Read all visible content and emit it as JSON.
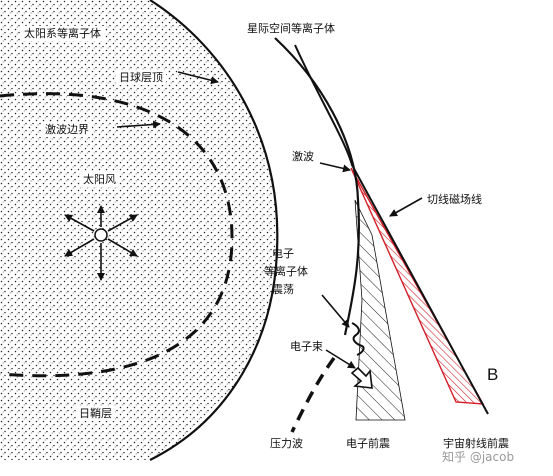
{
  "labels": {
    "heliosphere_plasma": "太阳系等离子体",
    "heliopause": "日球层顶",
    "termination_shock": "激波边界",
    "solar_wind": "太阳风",
    "heliosheath": "日鞘层",
    "interstellar_plasma": "星际空间等离子体",
    "bow_shock": "激波",
    "tangent_field_line": "切线磁场线",
    "electron": "电子",
    "plasma_body": "等离子体",
    "oscillation": "震荡",
    "electron_beam": "电子束",
    "pressure_wave": "压力波",
    "electron_foreshock": "电子前震",
    "ion_foreshock": "宇宙射线前震",
    "field_b": "B"
  },
  "watermark": "知乎 @jacob",
  "colors": {
    "foreshock_hatch": "#d21f2a",
    "ink": "#111111"
  }
}
